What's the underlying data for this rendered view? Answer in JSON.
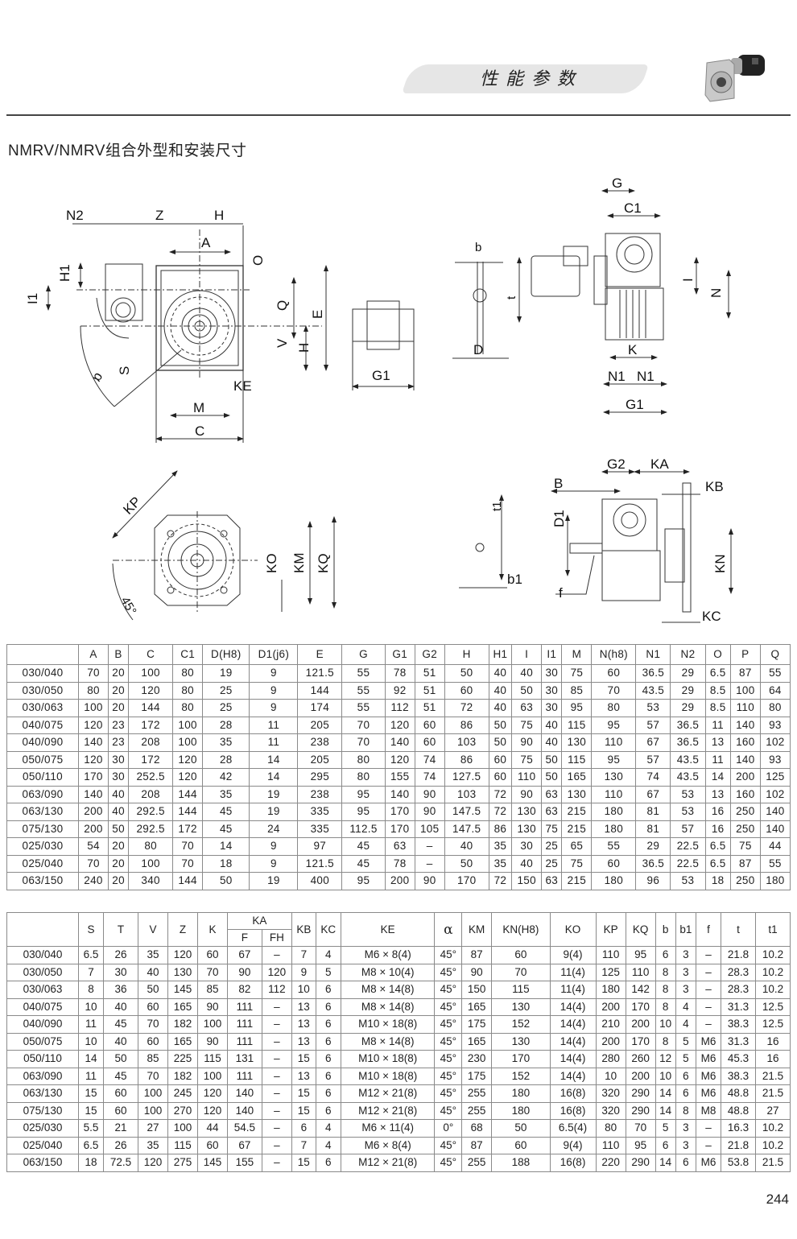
{
  "header": {
    "banner_title": "性能参数",
    "page_number": "244",
    "product_image": "worm-gear-motor-photo"
  },
  "section_title": "NMRV/NMRV组合外型和安装尺寸",
  "diagrams": {
    "front_view_labels": [
      "N2",
      "Z",
      "H",
      "A",
      "O",
      "H1",
      "I1",
      "Q",
      "E",
      "V",
      "H",
      "S",
      "α",
      "KE",
      "M",
      "C"
    ],
    "hollow_shaft_labels": [
      "G1"
    ],
    "keyway_labels": [
      "b",
      "t",
      "D"
    ],
    "side_view_labels": [
      "G",
      "C1",
      "I",
      "N",
      "K",
      "N1",
      "N1",
      "G1"
    ],
    "flange_view_labels": [
      "KP",
      "45°",
      "KO",
      "KM",
      "KQ"
    ],
    "output_key_labels": [
      "t1",
      "b1"
    ],
    "flange_side_labels": [
      "G2",
      "KA",
      "B",
      "KB",
      "D1",
      "KN",
      "f",
      "KC"
    ]
  },
  "table1": {
    "headers": [
      "",
      "A",
      "B",
      "C",
      "C1",
      "D(H8)",
      "D1(j6)",
      "E",
      "G",
      "G1",
      "G2",
      "H",
      "H1",
      "I",
      "I1",
      "M",
      "N(h8)",
      "N1",
      "N2",
      "O",
      "P",
      "Q"
    ],
    "rows": [
      [
        "030/040",
        "70",
        "20",
        "100",
        "80",
        "19",
        "9",
        "121.5",
        "55",
        "78",
        "51",
        "50",
        "40",
        "40",
        "30",
        "75",
        "60",
        "36.5",
        "29",
        "6.5",
        "87",
        "55"
      ],
      [
        "030/050",
        "80",
        "20",
        "120",
        "80",
        "25",
        "9",
        "144",
        "55",
        "92",
        "51",
        "60",
        "40",
        "50",
        "30",
        "85",
        "70",
        "43.5",
        "29",
        "8.5",
        "100",
        "64"
      ],
      [
        "030/063",
        "100",
        "20",
        "144",
        "80",
        "25",
        "9",
        "174",
        "55",
        "112",
        "51",
        "72",
        "40",
        "63",
        "30",
        "95",
        "80",
        "53",
        "29",
        "8.5",
        "110",
        "80"
      ],
      [
        "040/075",
        "120",
        "23",
        "172",
        "100",
        "28",
        "11",
        "205",
        "70",
        "120",
        "60",
        "86",
        "50",
        "75",
        "40",
        "115",
        "95",
        "57",
        "36.5",
        "11",
        "140",
        "93"
      ],
      [
        "040/090",
        "140",
        "23",
        "208",
        "100",
        "35",
        "11",
        "238",
        "70",
        "140",
        "60",
        "103",
        "50",
        "90",
        "40",
        "130",
        "110",
        "67",
        "36.5",
        "13",
        "160",
        "102"
      ],
      [
        "050/075",
        "120",
        "30",
        "172",
        "120",
        "28",
        "14",
        "205",
        "80",
        "120",
        "74",
        "86",
        "60",
        "75",
        "50",
        "115",
        "95",
        "57",
        "43.5",
        "11",
        "140",
        "93"
      ],
      [
        "050/110",
        "170",
        "30",
        "252.5",
        "120",
        "42",
        "14",
        "295",
        "80",
        "155",
        "74",
        "127.5",
        "60",
        "110",
        "50",
        "165",
        "130",
        "74",
        "43.5",
        "14",
        "200",
        "125"
      ],
      [
        "063/090",
        "140",
        "40",
        "208",
        "144",
        "35",
        "19",
        "238",
        "95",
        "140",
        "90",
        "103",
        "72",
        "90",
        "63",
        "130",
        "110",
        "67",
        "53",
        "13",
        "160",
        "102"
      ],
      [
        "063/130",
        "200",
        "40",
        "292.5",
        "144",
        "45",
        "19",
        "335",
        "95",
        "170",
        "90",
        "147.5",
        "72",
        "130",
        "63",
        "215",
        "180",
        "81",
        "53",
        "16",
        "250",
        "140"
      ],
      [
        "075/130",
        "200",
        "50",
        "292.5",
        "172",
        "45",
        "24",
        "335",
        "112.5",
        "170",
        "105",
        "147.5",
        "86",
        "130",
        "75",
        "215",
        "180",
        "81",
        "57",
        "16",
        "250",
        "140"
      ],
      [
        "025/030",
        "54",
        "20",
        "80",
        "70",
        "14",
        "9",
        "97",
        "45",
        "63",
        "–",
        "40",
        "35",
        "30",
        "25",
        "65",
        "55",
        "29",
        "22.5",
        "6.5",
        "75",
        "44"
      ],
      [
        "025/040",
        "70",
        "20",
        "100",
        "70",
        "18",
        "9",
        "121.5",
        "45",
        "78",
        "–",
        "50",
        "35",
        "40",
        "25",
        "75",
        "60",
        "36.5",
        "22.5",
        "6.5",
        "87",
        "55"
      ],
      [
        "063/150",
        "240",
        "20",
        "340",
        "144",
        "50",
        "19",
        "400",
        "95",
        "200",
        "90",
        "170",
        "72",
        "150",
        "63",
        "215",
        "180",
        "96",
        "53",
        "18",
        "250",
        "180"
      ]
    ]
  },
  "table2": {
    "headers_top": [
      "",
      "S",
      "T",
      "V",
      "Z",
      "K",
      "KA",
      "KB",
      "KC",
      "KE",
      "α",
      "KM",
      "KN(H8)",
      "KO",
      "KP",
      "KQ",
      "b",
      "b1",
      "f",
      "t",
      "t1"
    ],
    "headers_sub": [
      "F",
      "FH"
    ],
    "rows": [
      [
        "030/040",
        "6.5",
        "26",
        "35",
        "120",
        "60",
        "67",
        "–",
        "7",
        "4",
        "M6 × 8(4)",
        "45°",
        "87",
        "60",
        "9(4)",
        "110",
        "95",
        "6",
        "3",
        "–",
        "21.8",
        "10.2"
      ],
      [
        "030/050",
        "7",
        "30",
        "40",
        "130",
        "70",
        "90",
        "120",
        "9",
        "5",
        "M8 × 10(4)",
        "45°",
        "90",
        "70",
        "11(4)",
        "125",
        "110",
        "8",
        "3",
        "–",
        "28.3",
        "10.2"
      ],
      [
        "030/063",
        "8",
        "36",
        "50",
        "145",
        "85",
        "82",
        "112",
        "10",
        "6",
        "M8 × 14(8)",
        "45°",
        "150",
        "115",
        "11(4)",
        "180",
        "142",
        "8",
        "3",
        "–",
        "28.3",
        "10.2"
      ],
      [
        "040/075",
        "10",
        "40",
        "60",
        "165",
        "90",
        "111",
        "–",
        "13",
        "6",
        "M8 × 14(8)",
        "45°",
        "165",
        "130",
        "14(4)",
        "200",
        "170",
        "8",
        "4",
        "–",
        "31.3",
        "12.5"
      ],
      [
        "040/090",
        "11",
        "45",
        "70",
        "182",
        "100",
        "111",
        "–",
        "13",
        "6",
        "M10 × 18(8)",
        "45°",
        "175",
        "152",
        "14(4)",
        "210",
        "200",
        "10",
        "4",
        "–",
        "38.3",
        "12.5"
      ],
      [
        "050/075",
        "10",
        "40",
        "60",
        "165",
        "90",
        "111",
        "–",
        "13",
        "6",
        "M8 × 14(8)",
        "45°",
        "165",
        "130",
        "14(4)",
        "200",
        "170",
        "8",
        "5",
        "M6",
        "31.3",
        "16"
      ],
      [
        "050/110",
        "14",
        "50",
        "85",
        "225",
        "115",
        "131",
        "–",
        "15",
        "6",
        "M10 × 18(8)",
        "45°",
        "230",
        "170",
        "14(4)",
        "280",
        "260",
        "12",
        "5",
        "M6",
        "45.3",
        "16"
      ],
      [
        "063/090",
        "11",
        "45",
        "70",
        "182",
        "100",
        "111",
        "–",
        "13",
        "6",
        "M10 × 18(8)",
        "45°",
        "175",
        "152",
        "14(4)",
        "10",
        "200",
        "10",
        "6",
        "M6",
        "38.3",
        "21.5"
      ],
      [
        "063/130",
        "15",
        "60",
        "100",
        "245",
        "120",
        "140",
        "–",
        "15",
        "6",
        "M12 × 21(8)",
        "45°",
        "255",
        "180",
        "16(8)",
        "320",
        "290",
        "14",
        "6",
        "M6",
        "48.8",
        "21.5"
      ],
      [
        "075/130",
        "15",
        "60",
        "100",
        "270",
        "120",
        "140",
        "–",
        "15",
        "6",
        "M12 × 21(8)",
        "45°",
        "255",
        "180",
        "16(8)",
        "320",
        "290",
        "14",
        "8",
        "M8",
        "48.8",
        "27"
      ],
      [
        "025/030",
        "5.5",
        "21",
        "27",
        "100",
        "44",
        "54.5",
        "–",
        "6",
        "4",
        "M6 × 11(4)",
        "0°",
        "68",
        "50",
        "6.5(4)",
        "80",
        "70",
        "5",
        "3",
        "–",
        "16.3",
        "10.2"
      ],
      [
        "025/040",
        "6.5",
        "26",
        "35",
        "115",
        "60",
        "67",
        "–",
        "7",
        "4",
        "M6 × 8(4)",
        "45°",
        "87",
        "60",
        "9(4)",
        "110",
        "95",
        "6",
        "3",
        "–",
        "21.8",
        "10.2"
      ],
      [
        "063/150",
        "18",
        "72.5",
        "120",
        "275",
        "145",
        "155",
        "–",
        "15",
        "6",
        "M12 × 21(8)",
        "45°",
        "255",
        "188",
        "16(8)",
        "220",
        "290",
        "14",
        "6",
        "M6",
        "53.8",
        "21.5"
      ]
    ]
  }
}
